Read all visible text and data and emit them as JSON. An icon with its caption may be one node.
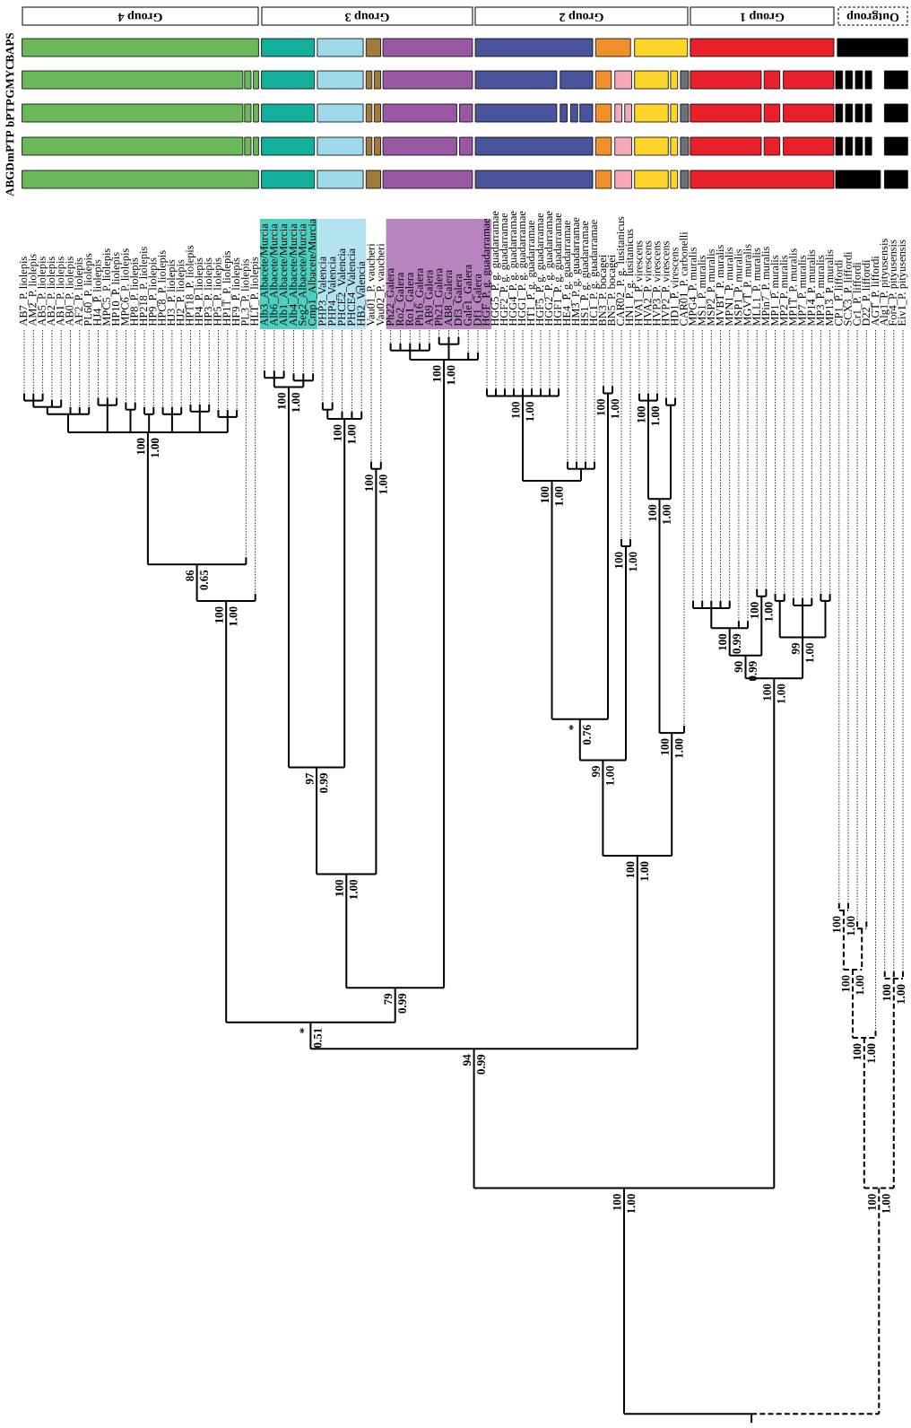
{
  "diagram": {
    "nodes": [
      {
        "text": [
          "Group 4"
        ]
      },
      {
        "text": [
          "Group 3"
        ]
      },
      {
        "text": [
          "Group 2"
        ]
      },
      {
        "text": [
          "Group 1"
        ]
      },
      {
        "text": [
          "Outgroup"
        ]
      }
    ],
    "labels": [
      "ABGD",
      "mPTP",
      "bPTP",
      "GMYC",
      "BAPS",
      "AB7_P. liolepis",
      "AM2_P. liolepis",
      "AB5_P. liolepis",
      "AB2_P. liolepis",
      "AB1_P. liolepis",
      "AB0_P. liolepis",
      "AF2_P. liolepis",
      "PL60_P. liolepis",
      "HJ4_P. liolepis",
      "MPC5_P. liolepis",
      "HP10_P. liolepis",
      "MPC6_P. liolepis",
      "HP8_P. liolepis",
      "HP218_P. liolepis",
      "HP9_P. liolepis",
      "HPC8_P. liolepis",
      "HJ3_P. liolepis",
      "HJ2_P. liolepis",
      "HPT18_P. liolepis",
      "HP4_P. liolepis",
      "HP3_P. liolepis",
      "HP5_P. liolepis",
      "HP1T_P. liolepis",
      "HF9_P. liolepis",
      "PL3_P. liolepis",
      "HLT_P. liolepis",
      "Alb3_Albacete/Murcia",
      "Alb6_Albacete/Murcia",
      "Alb1_Albacete/Murcia",
      "Alb4_Albacete/Murcia",
      "Seg2_Albacete/Murcia",
      "Cmp1_Albacete/Murcia",
      "PHP3_Valencia",
      "PHP4_Valencia",
      "PHCE2_Valencia",
      "PHCE4_Valencia",
      "HB2_Valencia",
      "Vau01_P. vaucheri",
      "Vau02_P. vaucheri",
      "Ph22_Galera",
      "Ro2_Galera",
      "Ro1_Galera",
      "Ph16_Galera",
      "AB9_Galera",
      "Ph21_Galera",
      "AB8_Galera",
      "Df3_Galera",
      "Gale1_Galera",
      "Df1_Galera",
      "HGF_P. g. guadarramae",
      "HGG5_P. g. guadarramae",
      "HGF2_P. g. guadarramae",
      "HGG4_P. g. guadarramae",
      "HGG1_P. g. guadarramae",
      "HT1_P. g. guadarramae",
      "HGF5_P. g. guadarramae",
      "HGG2_P. g. guadarramae",
      "HGF1_P. g. guadarramae",
      "HE4_P. g. guadarramae",
      "HM3_P. g. guadarramae",
      "HS1_P. g. guadarramae",
      "HC1_P. g. guadarramae",
      "BN3_P. bocagei",
      "BN5_P. bocagei",
      "CAR02_P. g. lusitanicus",
      "HN1_P. g. lusitanicus",
      "HVA1_P. virescens",
      "HVA2_P. virescens",
      "HVP3_P. virescens",
      "HVP2_P. virescens",
      "HD1_P. virescens",
      "CAR01_P. carbonelli",
      "MPG4_P. muralis",
      "MS1_P. muralis",
      "MSP2_P. muralis",
      "MVBT_P. muralis",
      "MPN1_P. muralis",
      "MSP1_P. muralis",
      "MGVT_P. muralis",
      "MLL1_P. muralis",
      "MPin7_P. muralis",
      "MP1_P. muralis",
      "MP2_P. muralis",
      "MP1T_P. muralis",
      "MP7_P. muralis",
      "MP14_P. muralis",
      "MP3_P. muralis",
      "MP13_P. muralis",
      "CP1_P. liffordi",
      "SCX3_P. liffordi",
      "Cr1_P. liffordi",
      "D22_P. liffordi",
      "AGT_P. liffordi",
      "Alg1_P. pityusensis",
      "For4_P. pityusensis",
      "Eiv1_P. pityusensis",
      "100",
      "1.00",
      "94",
      "0.99",
      "*",
      "0.51",
      "100",
      "1.00",
      "86",
      "0.65",
      "100",
      "1.00",
      "79",
      "0.99",
      "100",
      "1.00",
      "97",
      "0.99",
      "100",
      "1.00",
      "100",
      "1.00",
      "100",
      "1.00",
      "100",
      "1.00",
      "100",
      "1.00",
      "99",
      "1.00",
      "*",
      "0.76",
      "100",
      "1.00",
      "100",
      "1.00",
      "100",
      "1.00",
      "100",
      "1.00",
      "100",
      "1.00",
      "100",
      "1.00",
      "100",
      "1.00",
      "100",
      "1.00",
      "90",
      "0.99",
      "100",
      "0.99",
      "100",
      "1.00",
      "99",
      "1.00",
      "100",
      "1.00",
      "100",
      "1.00",
      "100",
      "1.00",
      "100",
      "1.00",
      "100",
      "1.00"
    ]
  }
}
